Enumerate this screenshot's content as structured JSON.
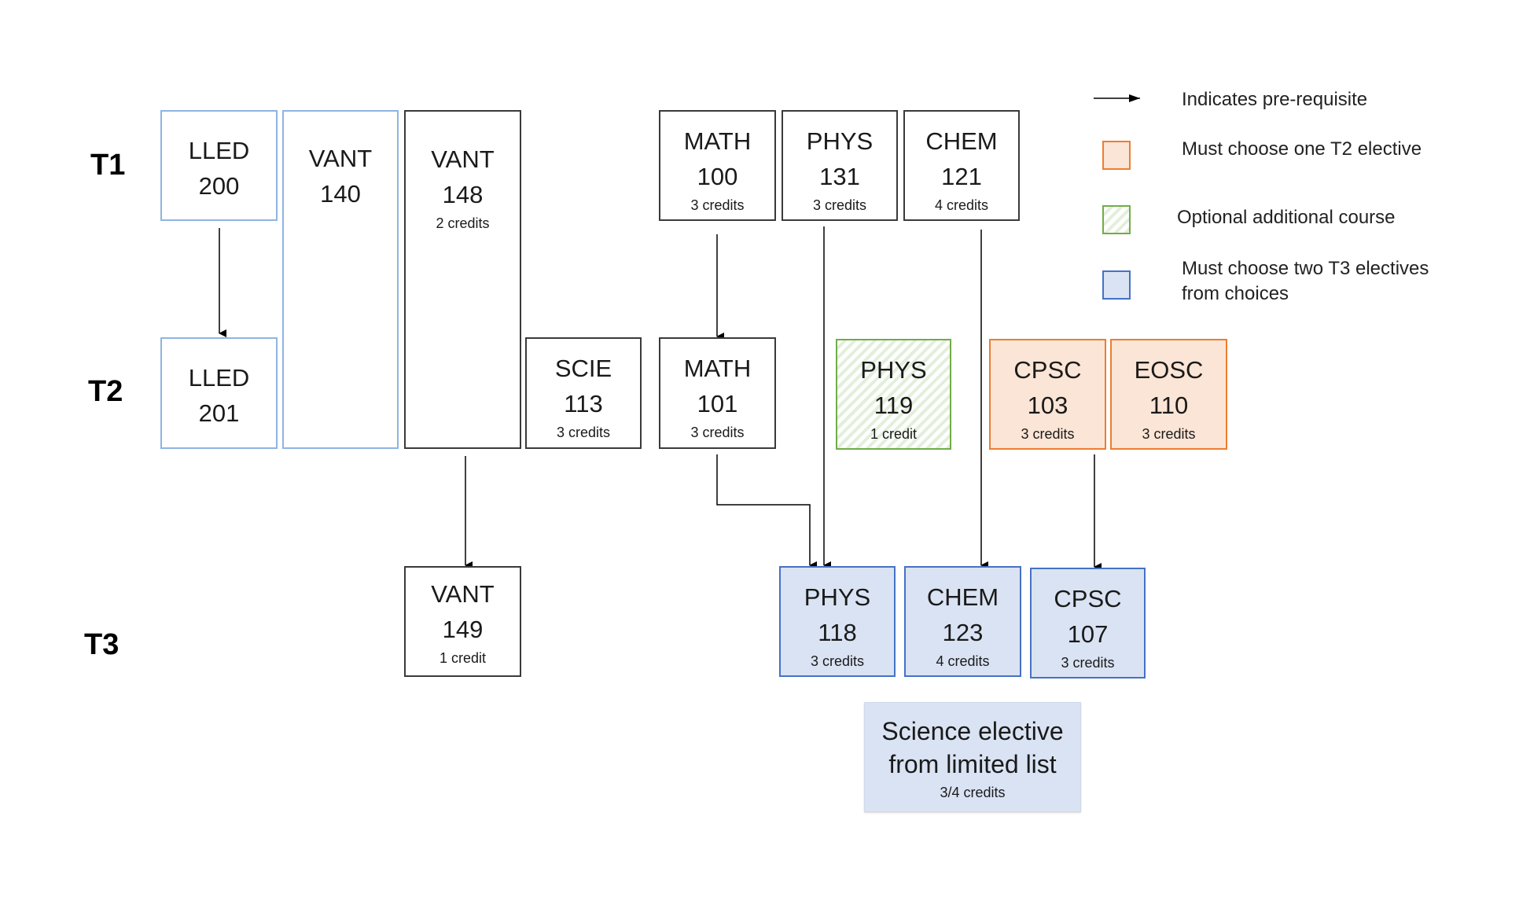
{
  "terms": [
    "T1",
    "T2",
    "T3"
  ],
  "courses": {
    "lled200": {
      "dept": "LLED",
      "num": "200",
      "credits": ""
    },
    "lled201": {
      "dept": "LLED",
      "num": "201",
      "credits": ""
    },
    "vant140": {
      "dept": "VANT",
      "num": "140",
      "credits": ""
    },
    "vant148": {
      "dept": "VANT",
      "num": "148",
      "credits": "2 credits"
    },
    "vant149": {
      "dept": "VANT",
      "num": "149",
      "credits": "1 credit"
    },
    "scie113": {
      "dept": "SCIE",
      "num": "113",
      "credits": "3 credits"
    },
    "math100": {
      "dept": "MATH",
      "num": "100",
      "credits": "3 credits"
    },
    "math101": {
      "dept": "MATH",
      "num": "101",
      "credits": "3 credits"
    },
    "phys131": {
      "dept": "PHYS",
      "num": "131",
      "credits": "3 credits"
    },
    "chem121": {
      "dept": "CHEM",
      "num": "121",
      "credits": "4 credits"
    },
    "phys119": {
      "dept": "PHYS",
      "num": "119",
      "credits": "1 credit"
    },
    "cpsc103": {
      "dept": "CPSC",
      "num": "103",
      "credits": "3 credits"
    },
    "eosc110": {
      "dept": "EOSC",
      "num": "110",
      "credits": "3 credits"
    },
    "phys118": {
      "dept": "PHYS",
      "num": "118",
      "credits": "3 credits"
    },
    "chem123": {
      "dept": "CHEM",
      "num": "123",
      "credits": "4 credits"
    },
    "cpsc107": {
      "dept": "CPSC",
      "num": "107",
      "credits": "3 credits"
    },
    "science_elective": {
      "line1": "Science elective",
      "line2": "from limited list",
      "credits": "3/4 credits"
    }
  },
  "prerequisites": [
    [
      "LLED 200",
      "LLED 201"
    ],
    [
      "MATH 100",
      "MATH 101"
    ],
    [
      "VANT 148",
      "VANT 149"
    ],
    [
      "MATH 101",
      "PHYS 118"
    ],
    [
      "PHYS 131",
      "PHYS 118"
    ],
    [
      "CHEM 121",
      "CHEM 123"
    ],
    [
      "CPSC 103",
      "CPSC 107"
    ]
  ],
  "legend": {
    "prereq": "Indicates pre-requisite",
    "t2_elective": "Must choose one T2 elective",
    "optional": "Optional additional course",
    "t3_elective_line1": "Must choose two T3 electives",
    "t3_elective_line2": "from choices"
  },
  "colors": {
    "t2_elective_fill": "#fbe5d6",
    "t2_elective_border": "#ed7d31",
    "optional_border": "#70ad47",
    "optional_stripe": "#e2efda",
    "t3_elective_fill": "#dae3f3",
    "t3_elective_border": "#4472c4",
    "language_border": "#8fb4e3"
  }
}
